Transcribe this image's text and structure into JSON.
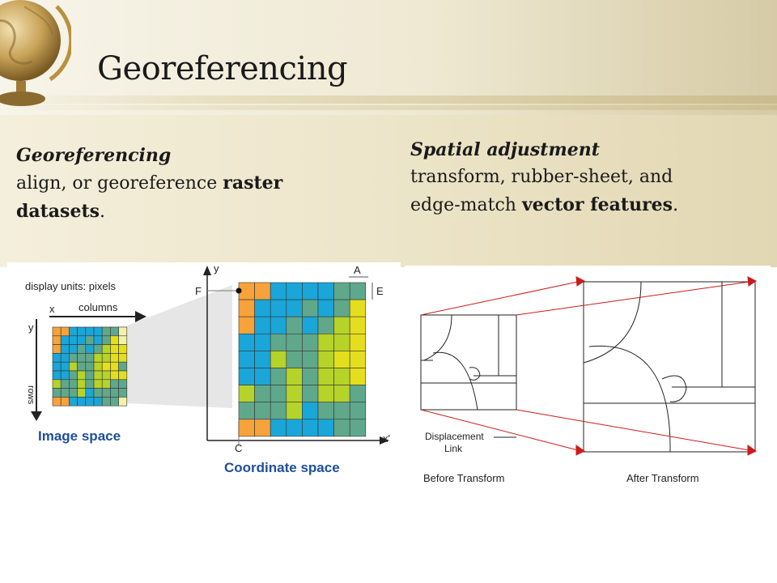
{
  "slide": {
    "title": "Georeferencing",
    "left": {
      "heading": "Georeferencing",
      "line_prefix": "align, or georeference ",
      "bold_1": "raster",
      "bold_2": "datasets",
      "suffix": "."
    },
    "right": {
      "heading": "Spatial adjustment",
      "line_1": "transform, rubber-sheet, and",
      "line_2_prefix": "edge-match ",
      "bold": "vector features",
      "suffix": "."
    }
  },
  "figure_left": {
    "display_units": "display units: pixels",
    "x_label": "x",
    "columns_label": "columns",
    "y_label": "y",
    "rows_label": "rows",
    "image_space": "Image space",
    "y_axis_label": "y",
    "x_axis_label": "x'",
    "f_label": "F",
    "a_label": "A",
    "e_label": "E",
    "c_label": "C",
    "coordinate_space": "Coordinate space",
    "colors": {
      "orange": "#f7a23a",
      "blue": "#1aa6d8",
      "green": "#5fa88c",
      "lime": "#b6d32a",
      "yellow": "#e4de1e",
      "paleyellow": "#f2f2a8",
      "label_blue": "#1f4e9a"
    }
  },
  "figure_right": {
    "displacement_1": "Displacement",
    "displacement_2": "Link",
    "before": "Before Transform",
    "after": "After Transform",
    "arrow_color": "#cc1b1b"
  }
}
